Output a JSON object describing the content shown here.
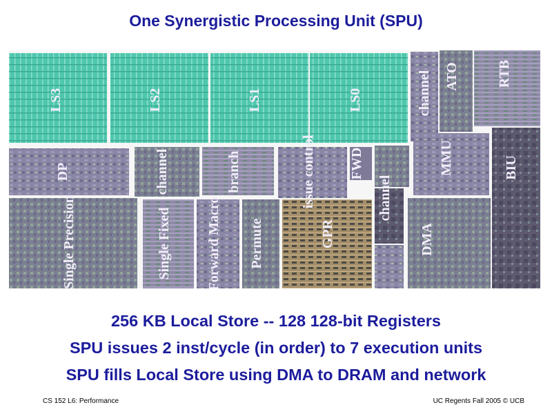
{
  "slide": {
    "title": "One Synergistic Processing Unit (SPU)",
    "die_labels": {
      "ls3": "LS3",
      "ls2": "LS2",
      "ls1": "LS1",
      "ls0": "LS0",
      "channel_top": "channel",
      "atc": "ATO",
      "rtb": "RTB",
      "dp": "DP",
      "channel_mid": "channel",
      "branch": "branch",
      "issue_control": "issue control",
      "fwd": "FWD",
      "mmu": "MMU",
      "biu": "BIU",
      "single_precision": "Single Precision",
      "single_fixed": "Single Fixed",
      "fwd_macro": "Forward Macro",
      "permute": "Permute",
      "gpr": "GPR",
      "channel_low": "channel",
      "dma": "DMA"
    },
    "captions": [
      "256 KB Local Store -- 128 128-bit Registers",
      "SPU issues 2 inst/cycle (in order) to 7 execution units",
      "SPU fills Local Store using DMA to DRAM and network"
    ],
    "footer_left": "CS 152 L6: Performance",
    "footer_right": "UC Regents Fall 2005 © UCB"
  }
}
